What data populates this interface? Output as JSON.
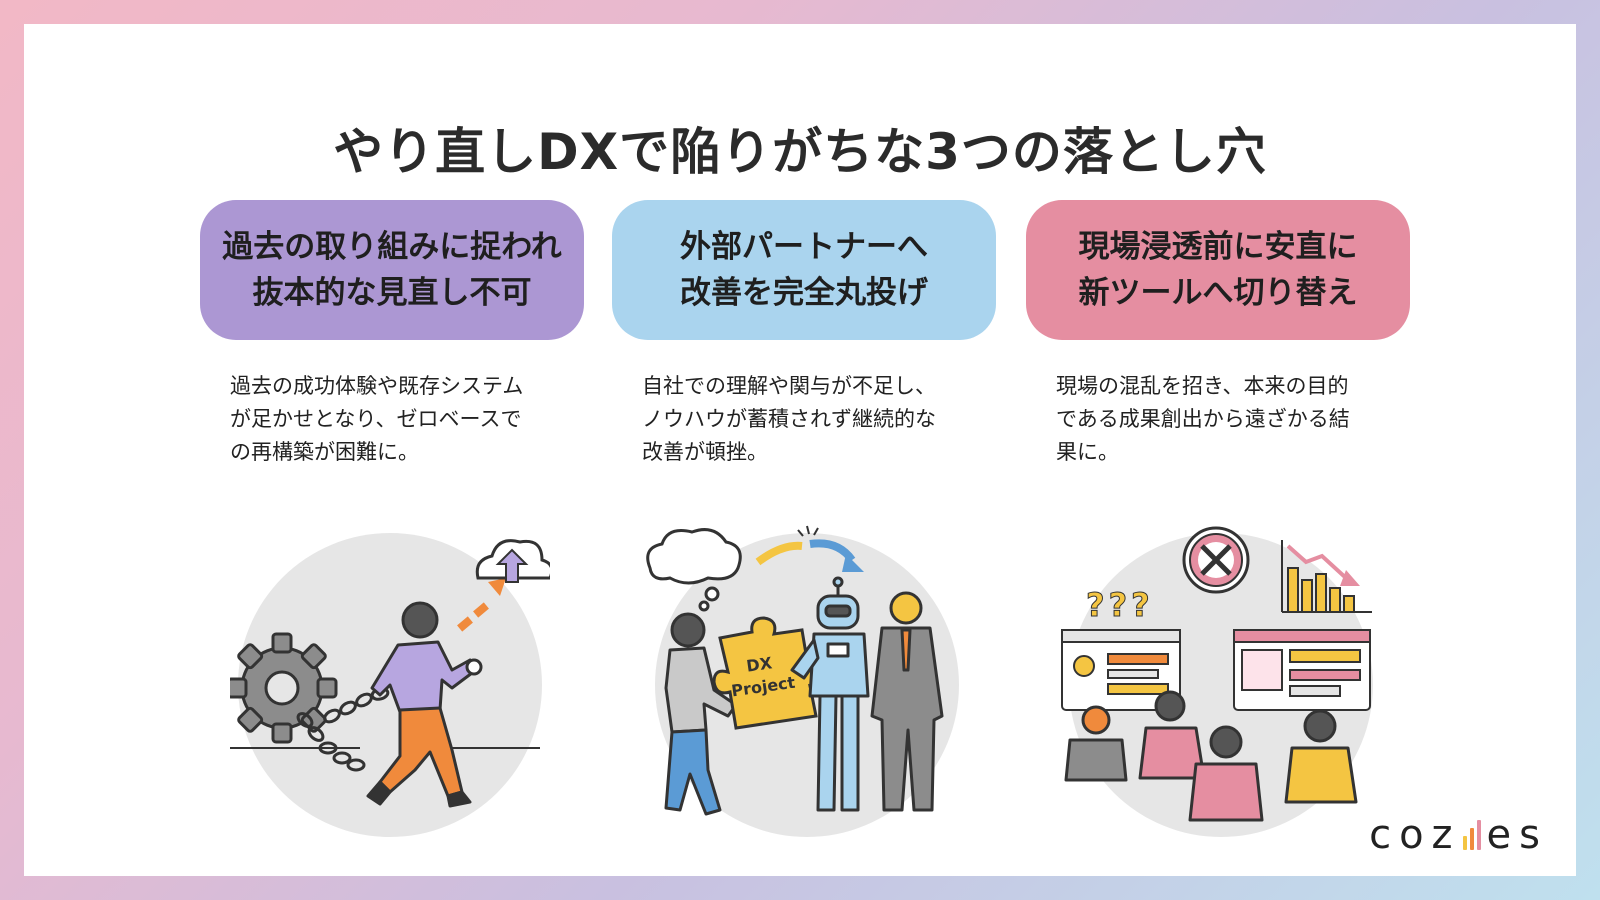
{
  "title": "やり直しDXで陥りがちな3つの落とし穴",
  "columns": [
    {
      "heading": [
        "過去の取り組みに捉われ",
        "抜本的な見直し不可"
      ],
      "description": [
        "過去の成功体験や既存システム",
        "が足かせとなり、ゼロベースで",
        "の再構築が困難に。"
      ]
    },
    {
      "heading": [
        "外部パートナーへ",
        "改善を完全丸投げ"
      ],
      "description": [
        "自社での理解や関与が不足し、",
        "ノウハウが蓄積されず継続的な",
        "改善が頓挫。"
      ],
      "puzzle_text": [
        "DX",
        "Project"
      ]
    },
    {
      "heading": [
        "現場浸透前に安直に",
        "新ツールへ切り替え"
      ],
      "description": [
        "現場の混乱を招き、本来の目的",
        "である成果創出から遠ざかる結",
        "果に。"
      ],
      "question_marks": "???"
    }
  ],
  "logo": {
    "left": "coz",
    "right": "es"
  },
  "colors": {
    "purple": "#ac97d3",
    "blue": "#aad4ee",
    "pink": "#e58ea1",
    "circle": "#e6e6e6",
    "orange": "#f08a3c",
    "yellow": "#f4c542"
  }
}
